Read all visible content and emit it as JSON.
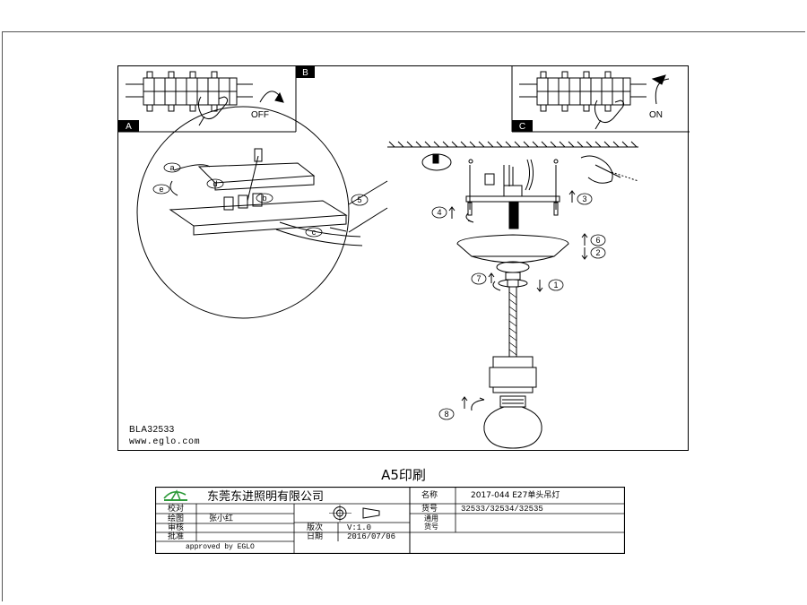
{
  "diagram": {
    "panels": [
      {
        "letter": "B",
        "label": "OFF"
      },
      {
        "letter": "A",
        "label": ""
      },
      {
        "letter": "C",
        "label": "ON"
      }
    ],
    "detail_letters": [
      "a",
      "e",
      "d",
      "b",
      "c"
    ],
    "step_numbers": [
      "5",
      "4",
      "3",
      "6",
      "2",
      "7",
      "1",
      "8"
    ],
    "model_code": "BLA32533",
    "website": "www.eglo.com"
  },
  "print_note": "A5印刷",
  "title_block": {
    "company": "东莞东进照明有限公司",
    "rows": [
      {
        "label": "校对",
        "value": ""
      },
      {
        "label": "绘图",
        "value": "张小红"
      },
      {
        "label": "审核",
        "value": ""
      },
      {
        "label": "批准",
        "value": ""
      }
    ],
    "approved": "approved by EGLO",
    "version_label": "版次",
    "version_value": "V:1.0",
    "date_label": "日期",
    "date_value": "2016/07/06",
    "name_label": "名称",
    "name_value": "2017-044 E27单头吊灯",
    "code_label": "货号",
    "code_value": "32533/32534/32535",
    "general_label": "通用货号",
    "general_label_1": "通用",
    "general_label_2": "货号",
    "general_value": ""
  },
  "colors": {
    "line": "#000000",
    "logo_green": "#2e9a3a"
  }
}
